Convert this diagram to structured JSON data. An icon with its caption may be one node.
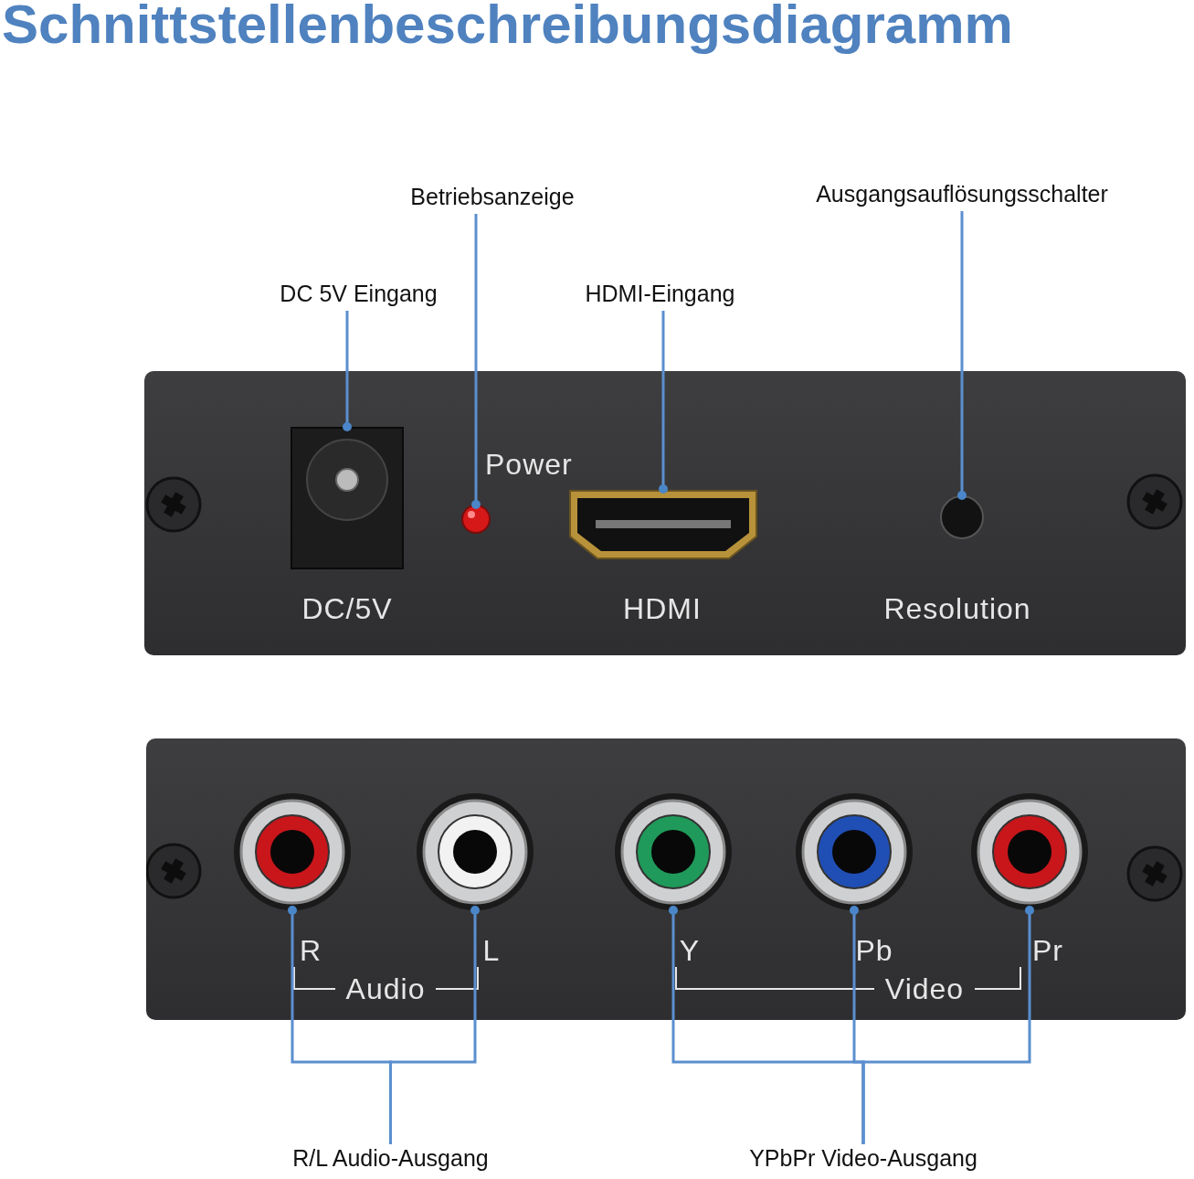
{
  "diagram": {
    "title": "Schnittstellenbeschreibungsdiagramm",
    "nodes": [
      {
        "text": [
          "DC 5V Eingang"
        ]
      },
      {
        "text": [
          "Betriebsanzeige"
        ]
      },
      {
        "text": [
          "HDMI-Eingang"
        ]
      },
      {
        "text": [
          "Ausgangsauflösungsschalter"
        ]
      },
      {
        "text": [
          "DC/5V",
          "Power",
          "HDMI",
          "Resolution"
        ]
      },
      {
        "text": [],
        "shape": "picture",
        "in": 4
      },
      {
        "text": [],
        "shape": "circle",
        "in": 4
      },
      {
        "text": [],
        "shape": "picture",
        "in": 4
      },
      {
        "text": [],
        "shape": "circle",
        "in": 4
      },
      {
        "text": [
          "R",
          "L",
          "Y",
          "Pb",
          "Pr",
          "Audio",
          "Video"
        ]
      },
      {
        "text": [],
        "shape": "picture",
        "in": 9
      },
      {
        "text": [],
        "shape": "picture",
        "in": 9
      },
      {
        "text": [],
        "shape": "picture",
        "in": 9
      },
      {
        "text": [],
        "shape": "picture",
        "in": 9
      },
      {
        "text": [],
        "shape": "picture",
        "in": 9
      },
      {
        "text": [
          "R/L Audio-Ausgang"
        ]
      },
      {
        "text": [
          "YPbPr Video-Ausgang"
        ]
      }
    ],
    "edges": [
      {
        "from": 0,
        "to": 5,
        "arrow": "other"
      },
      {
        "from": 1,
        "to": 6,
        "arrow": "other"
      },
      {
        "from": 2,
        "to": 7,
        "arrow": "other"
      },
      {
        "from": 3,
        "to": 8,
        "arrow": "other"
      },
      {
        "from": 15,
        "to": 10,
        "arrow": "other"
      },
      {
        "from": 15,
        "to": 11,
        "arrow": "other"
      },
      {
        "from": 16,
        "to": 12,
        "arrow": "other"
      },
      {
        "from": 16,
        "to": 13,
        "arrow": "other"
      },
      {
        "from": 16,
        "to": 14,
        "arrow": "other"
      }
    ]
  }
}
